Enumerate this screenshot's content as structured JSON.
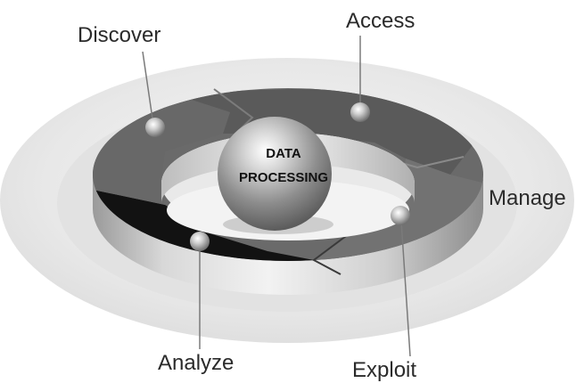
{
  "center": {
    "line1": "DATA",
    "line2": "PROCESSING"
  },
  "stages": {
    "discover": "Discover",
    "access": "Access",
    "manage": "Manage",
    "analyze": "Analyze",
    "exploit": "Exploit"
  },
  "colors": {
    "background": "#ffffff",
    "outer_disk": "#e6e6e6",
    "ring_dark": "#111111",
    "ring_mid": "#5a5a5a",
    "ring_gray": "#6e6e6e",
    "label_text": "#2b2b2b"
  }
}
